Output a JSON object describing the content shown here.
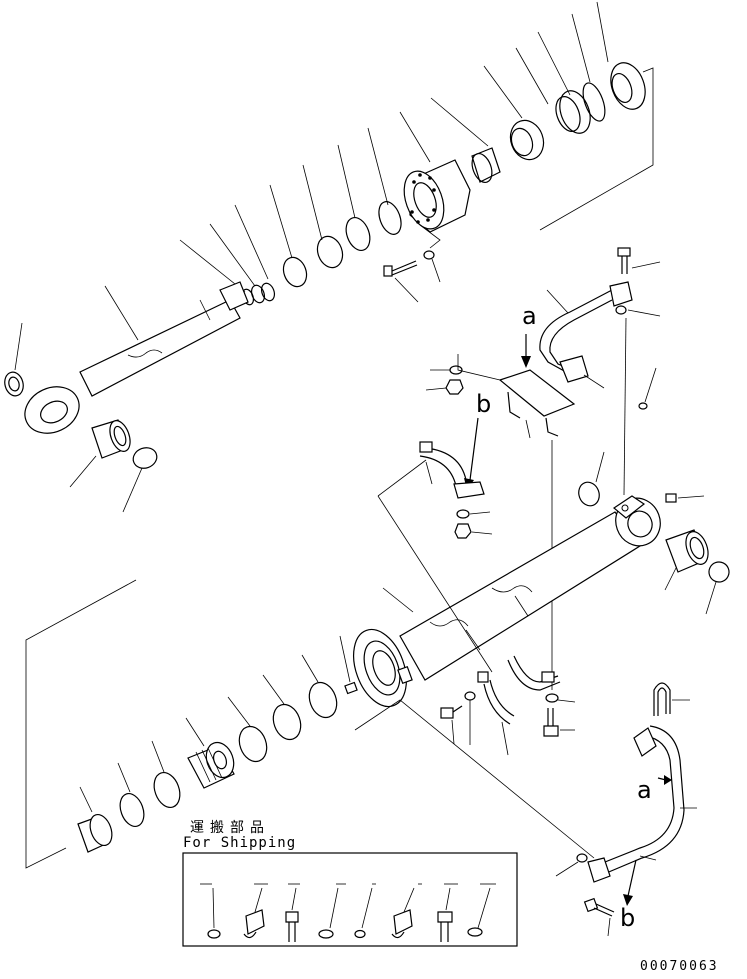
{
  "callouts": {
    "a_top": "a",
    "b_top": "b",
    "a_bottom": "a",
    "b_bottom": "b"
  },
  "shipping": {
    "title_jp": "運搬部品",
    "title_en": "For Shipping"
  },
  "footer": {
    "drawing_number": "00070063"
  },
  "icons": {
    "cylinder": "hydraulic-cylinder-icon",
    "rod": "piston-rod-icon",
    "head": "cylinder-head-icon",
    "bolt": "bolt-icon",
    "washer": "washer-icon",
    "clamp": "clamp-icon",
    "tube": "tube-icon"
  }
}
